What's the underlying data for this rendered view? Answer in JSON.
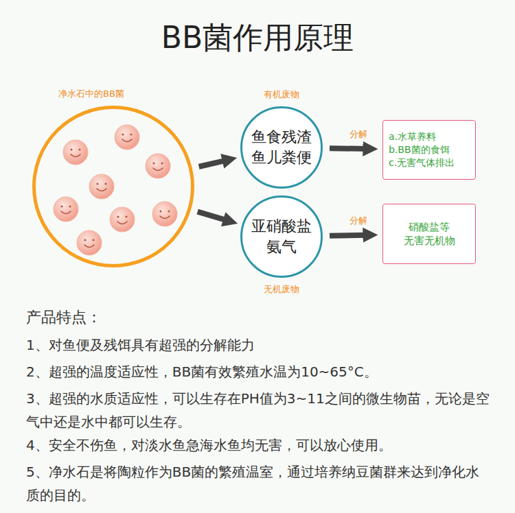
{
  "diagram": {
    "title": "BB菌作用原理",
    "nodes": [
      {
        "text": [
          "净水石中的BB菌"
        ]
      },
      {
        "text": [
          "有机废物",
          "鱼食残渣 鱼儿粪便"
        ]
      },
      {
        "text": [
          "亚硝酸盐 氨气",
          "无机废物"
        ]
      },
      {
        "text": [
          "a.水草养料",
          "b.BB菌的食饵",
          "c.无害气体排出"
        ]
      },
      {
        "text": [
          "硝酸盐等 无害无机物"
        ]
      }
    ],
    "edges": [
      {
        "from": 0,
        "to": 1,
        "arrow": "to"
      },
      {
        "from": 0,
        "to": 2,
        "arrow": "to"
      },
      {
        "from": 1,
        "to": 3,
        "label": "分解",
        "arrow": "to"
      },
      {
        "from": 2,
        "to": 4,
        "label": "分解",
        "arrow": "to"
      }
    ],
    "labels": [
      "产品特点：",
      "1、对鱼便及残饵具有超强的分解能力",
      "2、超强的温度适应性，BB菌有效繁殖水温为10~65°C。",
      "3、超强的水质适应性，可以生存在PH值为3~11之间的微生物苗，无论是空气中还是水中都可以生存。",
      "4、安全不伤鱼，对淡水鱼急海水鱼均无害，可以放心使用。",
      "5、净水石是将陶粒作为BB菌的繁殖温室，通过培养纳豆菌群来达到净化水质的目的。"
    ]
  }
}
